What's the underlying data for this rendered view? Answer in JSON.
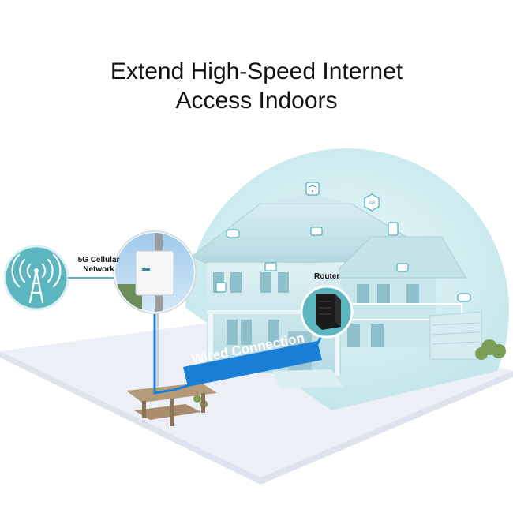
{
  "headline": {
    "line1": "Extend High-Speed Internet",
    "line2": "Access Indoors"
  },
  "labels": {
    "cellular_line1": "5G Cellular",
    "cellular_line2": "Network",
    "router": "Router",
    "wired": "Wired Connection"
  },
  "icons": [
    "cell-tower-icon",
    "outdoor-cpe-icon",
    "router-icon",
    "wifi-icon",
    "ar-icon",
    "gamepad-icon",
    "tv-icon",
    "4k-icon",
    "phone-icon"
  ],
  "colors": {
    "teal": "#4fb3bf",
    "coverage": "#cfecef",
    "wired_blue": "#1a7fd6",
    "ground": "#eef0f6"
  }
}
